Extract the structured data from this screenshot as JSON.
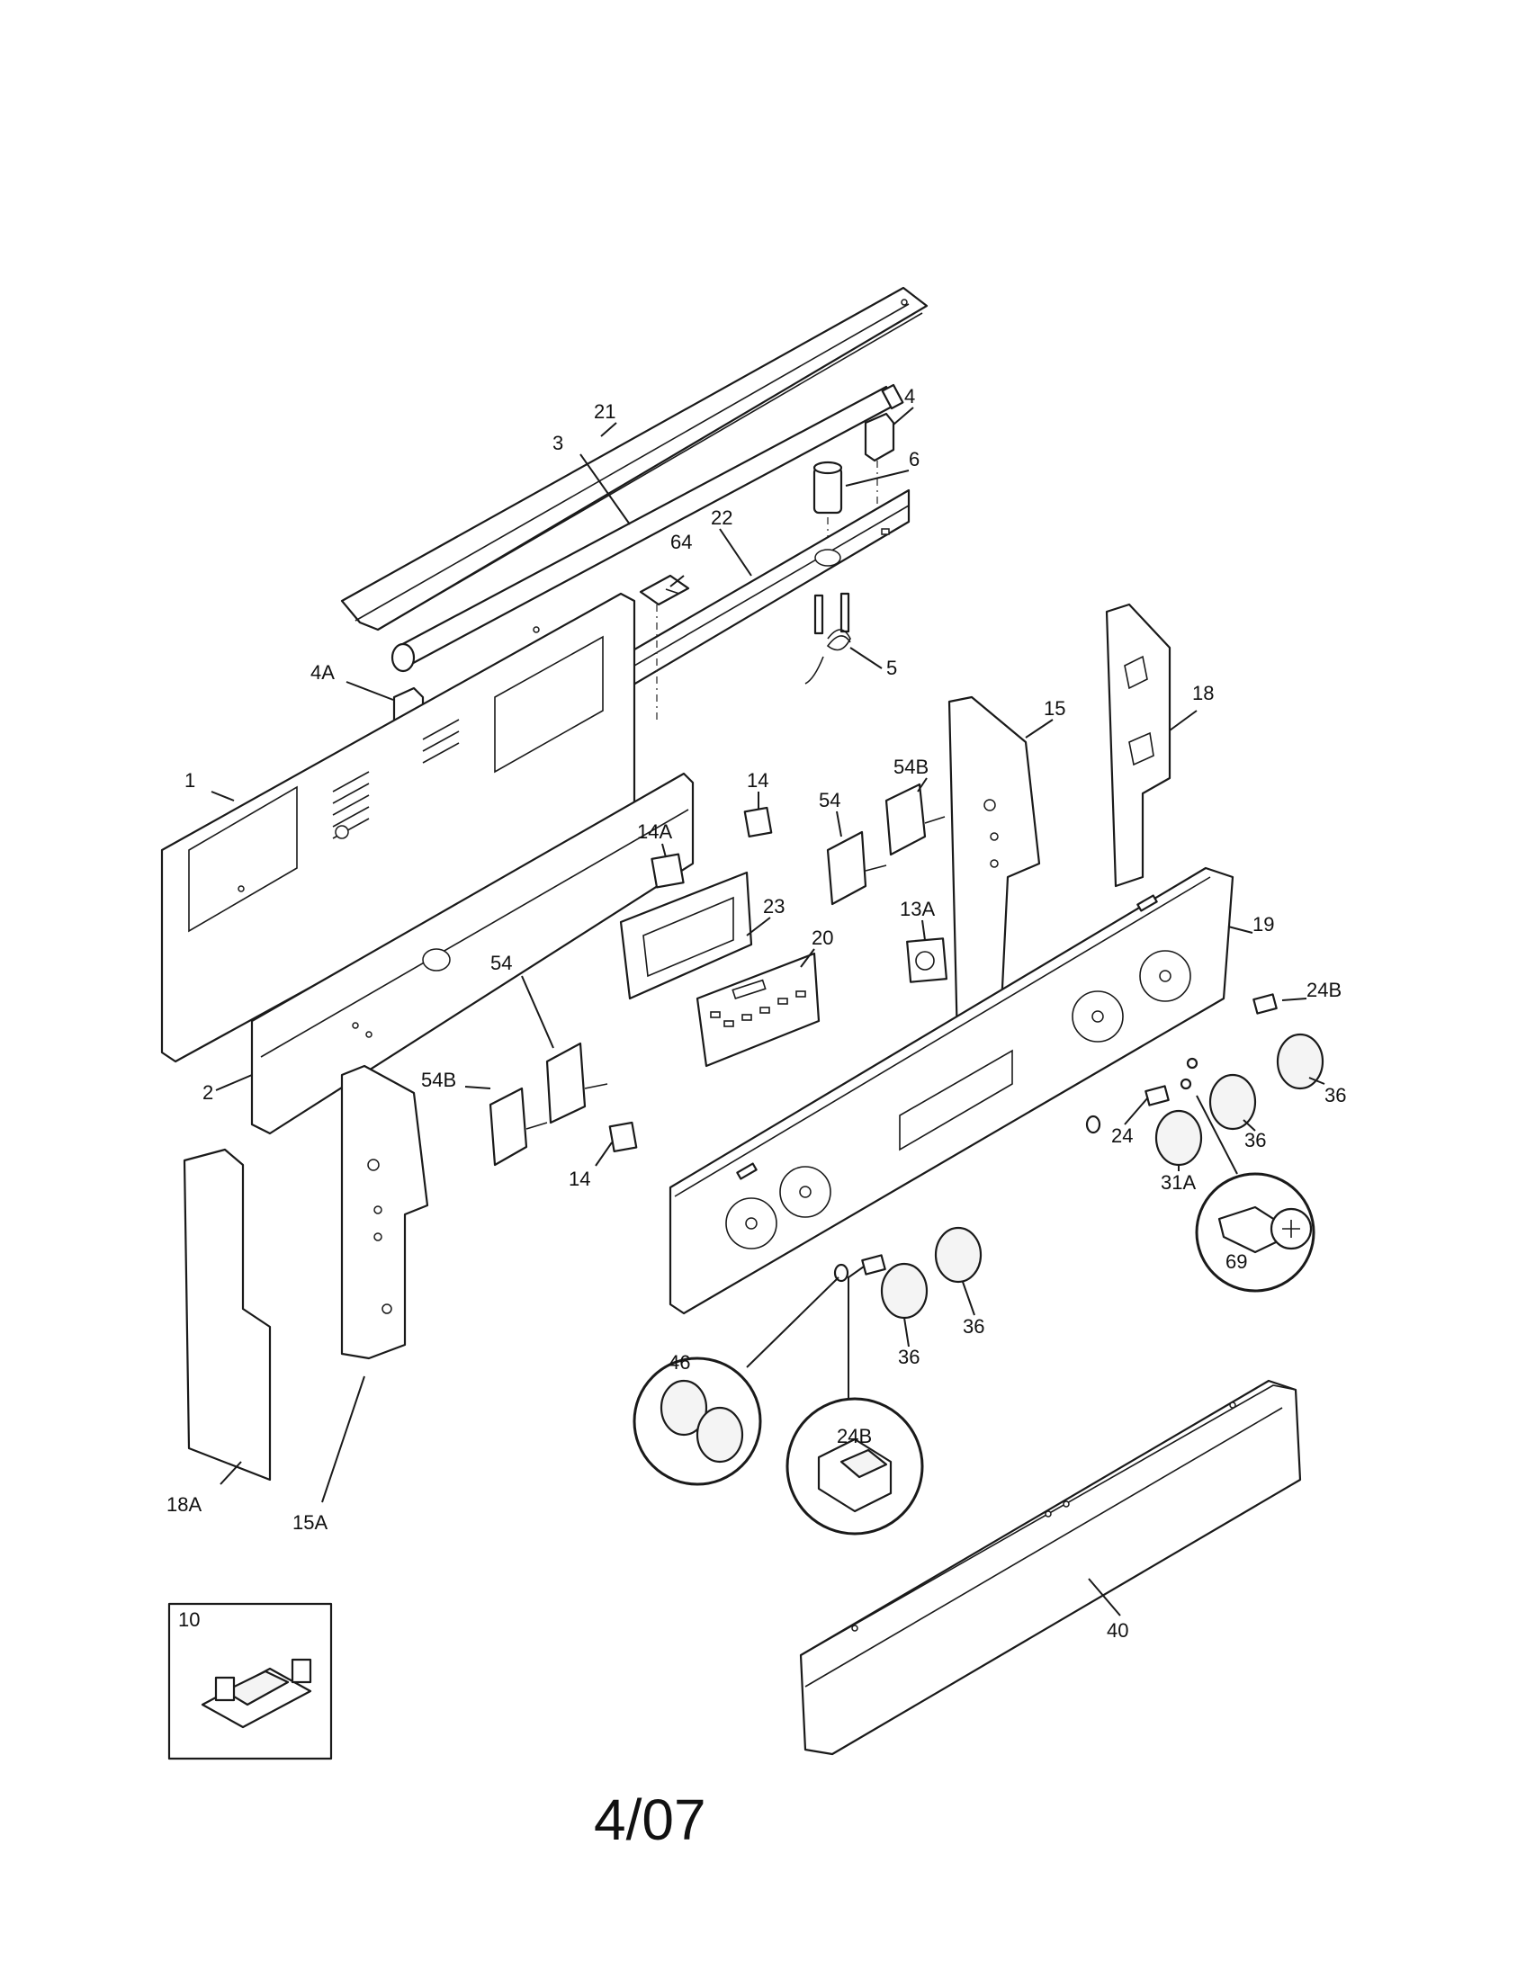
{
  "callouts": {
    "c21": "21",
    "c3": "3",
    "c4": "4",
    "c6": "6",
    "c22": "22",
    "c64": "64",
    "c4a": "4A",
    "c5": "5",
    "c1": "1",
    "c18": "18",
    "c15": "15",
    "c14_top": "14",
    "c54b_top": "54B",
    "c54_top": "54",
    "c14a": "14A",
    "c23": "23",
    "c20": "20",
    "c13a": "13A",
    "c19": "19",
    "c24b_right": "24B",
    "c54_mid": "54",
    "c54b_left": "54B",
    "c2": "2",
    "c36_r1": "36",
    "c36_r2": "36",
    "c24": "24",
    "c31a": "31A",
    "c14_bottom": "14",
    "c69": "69",
    "c46": "46",
    "c36_b1": "36",
    "c36_b2": "36",
    "c24b_bottom": "24B",
    "c18a": "18A",
    "c15a": "15A",
    "c10": "10",
    "c40": "40"
  },
  "footer": {
    "date_code": "4/07"
  }
}
